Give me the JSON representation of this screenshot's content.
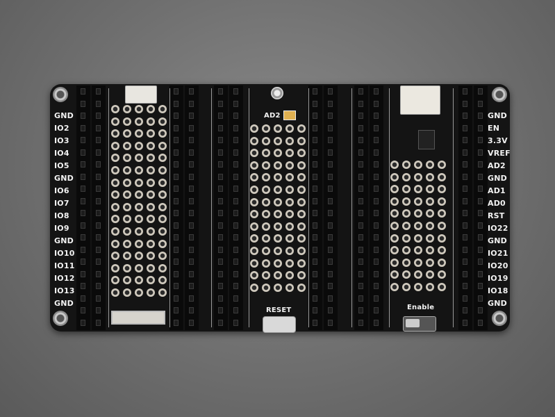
{
  "board": {
    "left_labels": [
      "GND",
      "IO2",
      "IO3",
      "IO4",
      "IO5",
      "GND",
      "IO6",
      "IO7",
      "IO8",
      "IO9",
      "GND",
      "IO10",
      "IO11",
      "IO12",
      "IO13",
      "GND"
    ],
    "right_labels": [
      "GND",
      "EN",
      "3.3V",
      "VREF",
      "AD2",
      "GND",
      "AD1",
      "AD0",
      "RST",
      "IO22",
      "GND",
      "IO21",
      "IO20",
      "IO19",
      "IO18",
      "GND"
    ],
    "ad2_label": "AD2",
    "reset_label": "RESET",
    "enable_label": "Enable",
    "colors": {
      "pcb": "#141414",
      "silkscreen": "#f2f2f2",
      "background": "#6f6f6f",
      "pad": "#cfc9bd"
    }
  }
}
